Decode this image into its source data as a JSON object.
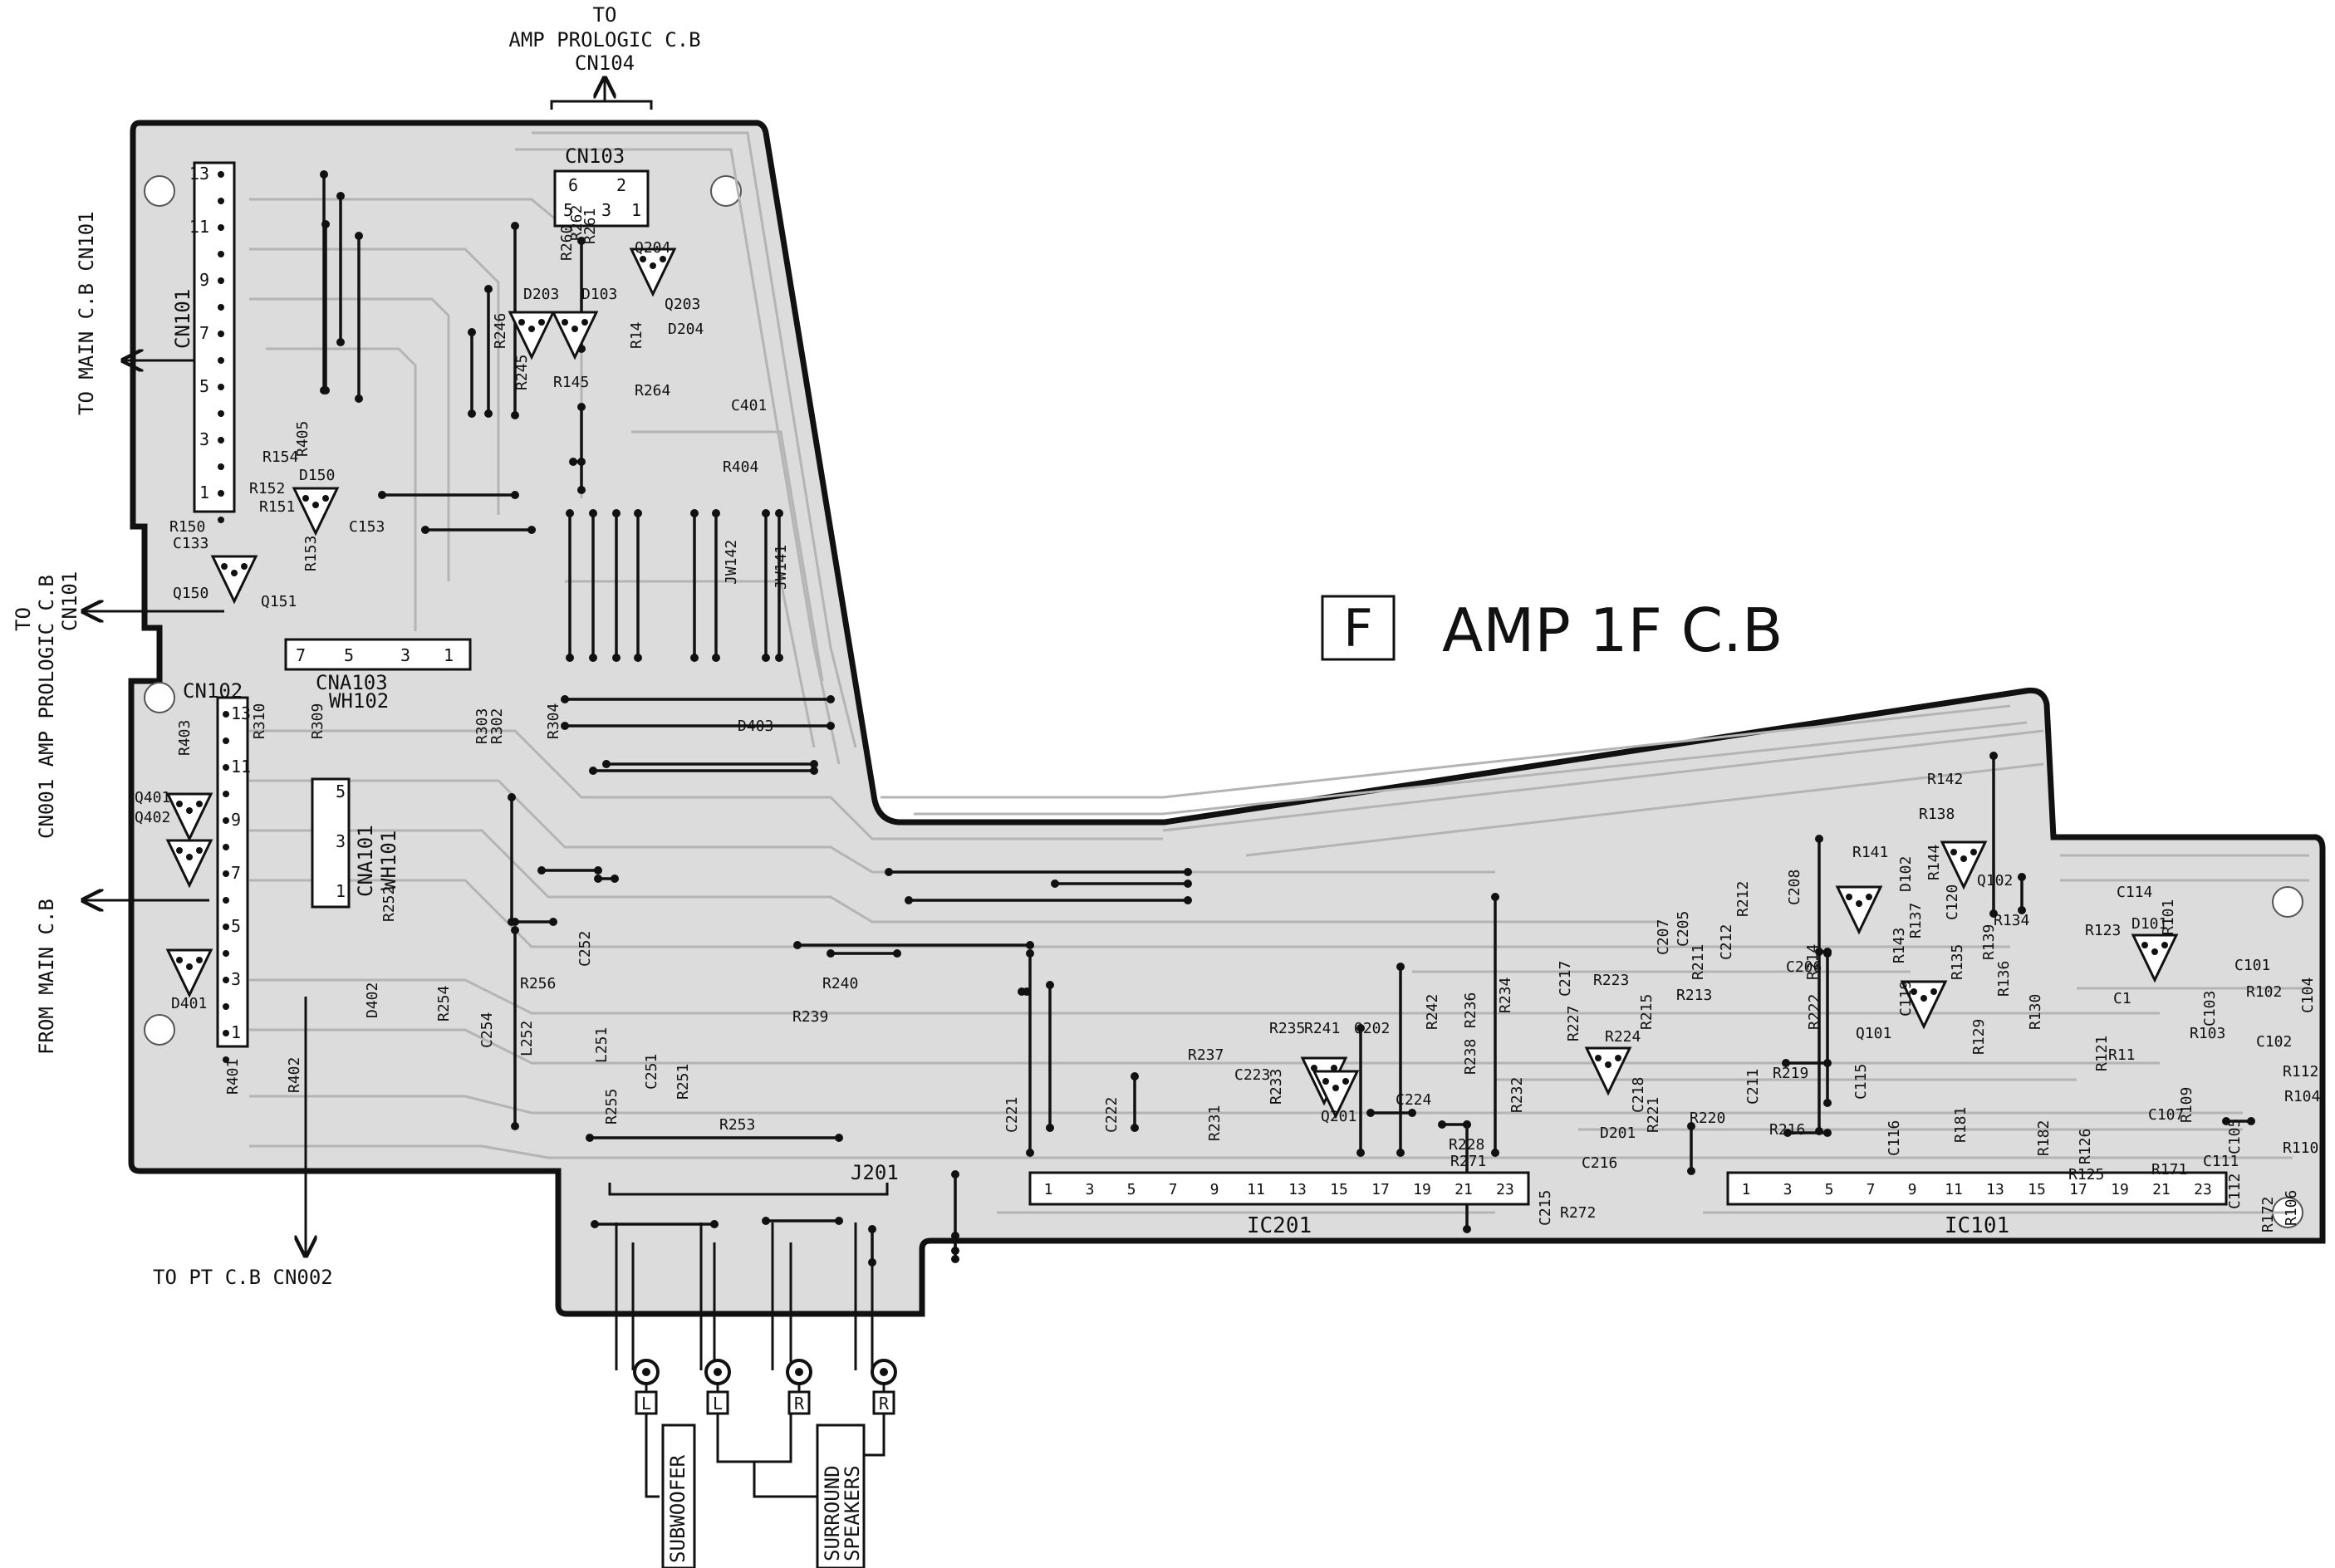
{
  "title": {
    "letter": "F",
    "text": "AMP 1F C.B"
  },
  "connections": {
    "top": {
      "to": "TO",
      "target": "AMP PROLOGIC C.B",
      "connector": "CN104"
    },
    "left_upper": "TO MAIN C.B CN101",
    "left_middle": {
      "line1": "TO",
      "line2": "CN001 AMP PROLOGIC C.B",
      "line3": "CN101"
    },
    "left_lower": "FROM MAIN C.B",
    "bottom": "TO PT C.B CN002"
  },
  "outputs": {
    "jacks": [
      "L",
      "L",
      "R",
      "R"
    ],
    "groups": [
      "SUBWOOFER",
      "SURROUND SPEAKERS"
    ],
    "connector": "J201"
  },
  "connectors": {
    "cn101": {
      "name": "CN101",
      "pins": [
        "13",
        "11",
        "9",
        "7",
        "5",
        "3",
        "1"
      ]
    },
    "cn102": {
      "name": "CN102",
      "pins": [
        "13",
        "11",
        "9",
        "7",
        "5",
        "3",
        "1"
      ]
    },
    "cn103": {
      "name": "CN103",
      "pins_top": [
        "6",
        "2"
      ],
      "pins_bottom": [
        "5",
        "3",
        "1"
      ]
    },
    "cna103": {
      "name": "CNA103",
      "wire": "WH102",
      "pins": [
        "7",
        "5",
        "3",
        "1"
      ]
    },
    "cna101": {
      "name": "CNA101",
      "wire": "WH101",
      "pins": [
        "5",
        "3",
        "1"
      ]
    }
  },
  "ics": [
    {
      "name": "IC201",
      "pins": [
        "1",
        "3",
        "5",
        "7",
        "9",
        "11",
        "13",
        "15",
        "17",
        "19",
        "21",
        "23"
      ]
    },
    {
      "name": "IC101",
      "pins": [
        "1",
        "3",
        "5",
        "7",
        "9",
        "11",
        "13",
        "15",
        "17",
        "19",
        "21",
        "23"
      ]
    }
  ],
  "parts": [
    "R405",
    "R154",
    "R152",
    "R151",
    "R150",
    "R153",
    "C153",
    "C133",
    "Q150",
    "Q151",
    "D150",
    "R246",
    "R245",
    "R260",
    "R262",
    "R261",
    "R14",
    "R145",
    "R264",
    "D203",
    "D103",
    "Q204",
    "Q203",
    "D204",
    "C401",
    "R404",
    "JW142",
    "JW141",
    "D403",
    "R310",
    "R309",
    "R303",
    "R302",
    "R304",
    "R403",
    "Q401",
    "Q402",
    "D401",
    "R401",
    "R402",
    "R252",
    "R254",
    "D402",
    "R256",
    "L252",
    "C254",
    "C252",
    "L251",
    "C251",
    "R251",
    "R255",
    "R253",
    "R240",
    "R239",
    "C221",
    "C222",
    "R237",
    "R235",
    "C223",
    "R231",
    "R233",
    "R241",
    "Q201",
    "Q202",
    "C224",
    "R242",
    "R236",
    "R234",
    "R238",
    "R232",
    "R228",
    "R271",
    "C215",
    "C216",
    "R272",
    "C217",
    "R223",
    "R227",
    "R224",
    "R215",
    "D201",
    "C218",
    "R221",
    "R220",
    "C207",
    "C205",
    "R213",
    "R211",
    "C212",
    "R212",
    "C208",
    "C206",
    "R214",
    "R222",
    "C211",
    "R219",
    "R216",
    "C115",
    "R141",
    "D102",
    "R143",
    "R137",
    "C119",
    "Q101",
    "C116",
    "R142",
    "R138",
    "R144",
    "Q102",
    "C120",
    "R134",
    "R135",
    "R136",
    "R129",
    "R130",
    "R181",
    "R182",
    "R139",
    "C114",
    "D101",
    "R123",
    "R101",
    "C101",
    "C103",
    "R102",
    "C104",
    "C1",
    "R103",
    "R121",
    "C102",
    "R11",
    "R112",
    "C107",
    "R109",
    "R104",
    "R126",
    "R125",
    "R171",
    "C111",
    "C105",
    "R110",
    "C112",
    "R106",
    "R172"
  ]
}
